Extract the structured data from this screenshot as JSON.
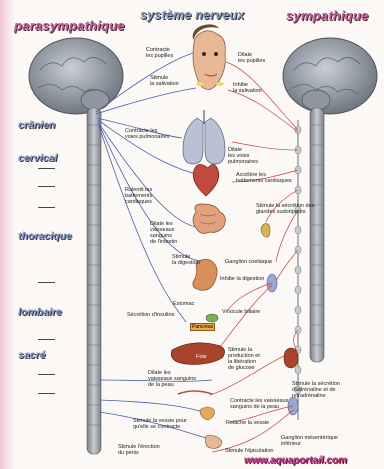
{
  "headers": {
    "left": "parasympathique",
    "center": "système nerveux",
    "right": "sympathique"
  },
  "levels": [
    {
      "id": "cranien",
      "label": "crânien"
    },
    {
      "id": "cervical",
      "label": "cervical"
    },
    {
      "id": "thoracique",
      "label": "thoracique"
    },
    {
      "id": "lombaire",
      "label": "lombaire"
    },
    {
      "id": "sacre",
      "label": "sacré"
    }
  ],
  "labels_left": {
    "contract_pupils": "Contracte\nles pupilles",
    "stim_saliv": "Stimule\nla salivation",
    "contract_airways": "Contracte les\nvoies pulmonaires",
    "slow_heart": "Ralentit les\nbattements\ncardiaques",
    "dilate_intestine": "Dilate les\nvaisseaux\nsanguins\nde l'intestin",
    "stim_digestion": "Stimule\nla digestion",
    "stomach": "Estomac",
    "insulin": "Sécrétion d'insuline",
    "pancreas": "Pancréas",
    "dilate_skin": "Dilate les\nvaisseaux sanguins\nde la peau",
    "bladder_contract": "Stimule la vessie pour\nqu'elle se contracte",
    "erection": "Stimule l'érection\ndu penis"
  },
  "labels_right": {
    "dilate_pupils": "Dilate\nles pupilles",
    "inhibit_saliv": "Inhibe\nla salivation",
    "dilate_airways": "Dilate\nles voies\npulmonaires",
    "accel_heart": "Accélère les\nbattements cardiaques",
    "sweat": "Stimule la sécrétion des\nglandes sudoripares",
    "celiac": "Ganglion coeliaque",
    "inhibit_digestion": "Inhibe la digestion",
    "gallbladder": "Vésicule biliaire",
    "liver": "Foie",
    "glucose": "Stimule la\nproduction et\nla libération\nde glucose",
    "adrenaline": "Stimule la sécrétion\nd'adrénaline et de\nnoradrénaline",
    "contract_skin": "Contracte les vaisseaux\nsanguins de la peau",
    "relax_bladder": "Relâche la vessie",
    "mesenteric": "Ganglion mésentérique\ninférieur",
    "ejaculation": "Stimule l'éjaculation"
  },
  "watermark": "www.aquaportail.com",
  "colors": {
    "parasym_nerve": "#4a5fa8",
    "sym_nerve": "#c0443c",
    "brain": "#8e959e",
    "organ": "#d98f5a"
  }
}
